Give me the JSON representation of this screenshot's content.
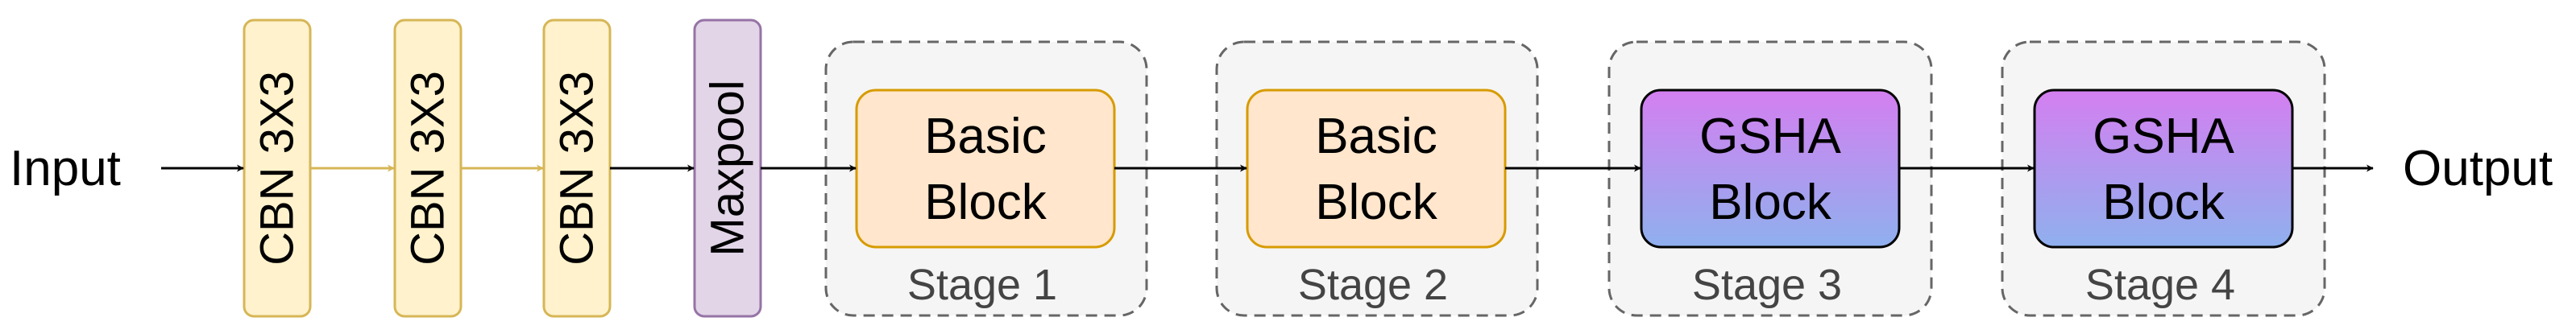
{
  "input_label": "Input",
  "output_label": "Output",
  "layers": [
    {
      "label": "CBN 3X3",
      "fill": "#fff2cc",
      "stroke": "#d6b656"
    },
    {
      "label": "CBN 3X3",
      "fill": "#fff2cc",
      "stroke": "#d6b656"
    },
    {
      "label": "CBN 3X3",
      "fill": "#fff2cc",
      "stroke": "#d6b656"
    },
    {
      "label": "Maxpool",
      "fill": "#e1d5e7",
      "stroke": "#9673a6"
    }
  ],
  "stages": [
    {
      "name": "Stage 1",
      "block_line1": "Basic",
      "block_line2": "Block"
    },
    {
      "name": "Stage 2",
      "block_line1": "Basic",
      "block_line2": "Block"
    },
    {
      "name": "Stage 3",
      "block_line1": "GSHA",
      "block_line2": "Block"
    },
    {
      "name": "Stage 4",
      "block_line1": "GSHA",
      "block_line2": "Block"
    }
  ],
  "colors": {
    "basic_fill": "#ffe6cc",
    "basic_stroke": "#d79b00",
    "gsha_gradient_top": "#d47ff0",
    "gsha_gradient_bottom": "#8fb0ee",
    "gsha_stroke": "#000000",
    "stage_fill": "#f5f5f5",
    "stage_stroke": "#666666",
    "arrow_dark": "#000000",
    "arrow_gold": "#d6b656"
  }
}
